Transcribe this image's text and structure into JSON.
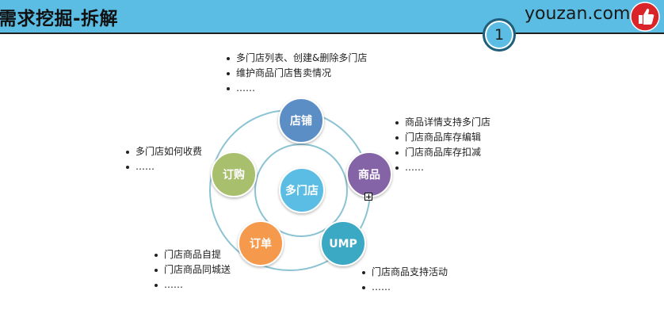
{
  "header": {
    "title": "需求挖掘-拆解",
    "brand": "youzan.com",
    "logo_icon": "thumbs-up-icon",
    "page_number": "1",
    "colors": {
      "bar": "#5bbde4",
      "logo": "#d9242a"
    }
  },
  "diagram": {
    "center": {
      "label": "多门店",
      "color": "#5bbde4"
    },
    "nodes": [
      {
        "key": "store",
        "label": "店铺",
        "color": "#5b8ec6"
      },
      {
        "key": "goods",
        "label": "商品",
        "color": "#8464a6"
      },
      {
        "key": "ump",
        "label": "UMP",
        "color": "#3aa8c4"
      },
      {
        "key": "order",
        "label": "订单",
        "color": "#f5994e"
      },
      {
        "key": "subscribe",
        "label": "订购",
        "color": "#a8bf6e"
      }
    ],
    "notes": {
      "store": [
        "多门店列表、创建&删除多门店",
        "维护商品门店售卖情况",
        "……"
      ],
      "goods": [
        "商品详情支持多门店",
        "门店商品库存编辑",
        "门店商品库存扣减",
        "……"
      ],
      "ump": [
        "门店商品支持活动",
        "……"
      ],
      "order": [
        "门店商品自提",
        "门店商品同城送",
        "……"
      ],
      "subscribe": [
        "多门店如何收费",
        "……"
      ]
    }
  }
}
